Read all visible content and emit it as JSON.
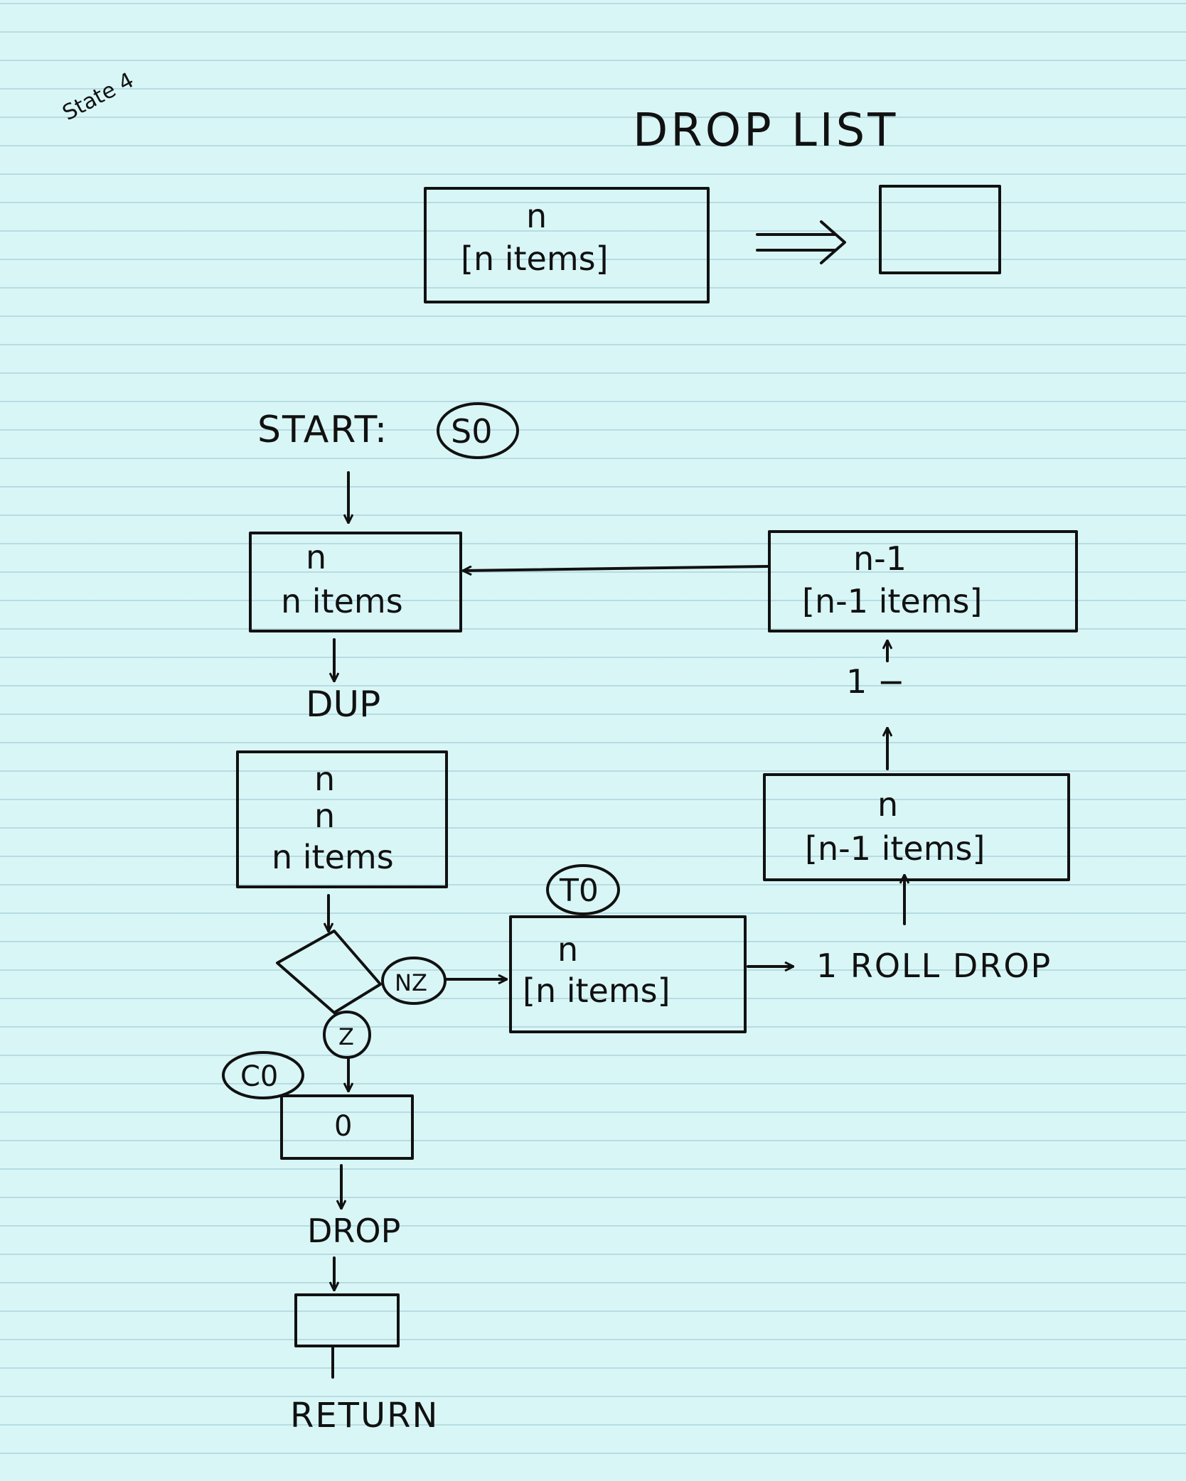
{
  "corner_note": "State 4",
  "title": "DROP LIST",
  "top_example": {
    "before_line1": "n",
    "before_line2": "[n items]"
  },
  "flow": {
    "start_label": "START:",
    "start_state": "S0",
    "box1_line1": "n",
    "box1_line2": "n items",
    "op_dup": "DUP",
    "box2_line1": "n",
    "box2_line2": "n",
    "box2_line3": "n items",
    "branch_nz": "NZ",
    "branch_z": "Z",
    "state_t0": "T0",
    "box_t0_line1": "n",
    "box_t0_line2": "[n items]",
    "op_roll_drop": "1 ROLL DROP",
    "box_right_low_line1": "n",
    "box_right_low_line2": "[n-1 items]",
    "op_minus": "1 −",
    "box_right_top_line1": "n-1",
    "box_right_top_line2": "[n-1 items]",
    "state_c0": "C0",
    "box_zero": "0",
    "op_drop": "DROP",
    "return_label": "RETURN"
  }
}
